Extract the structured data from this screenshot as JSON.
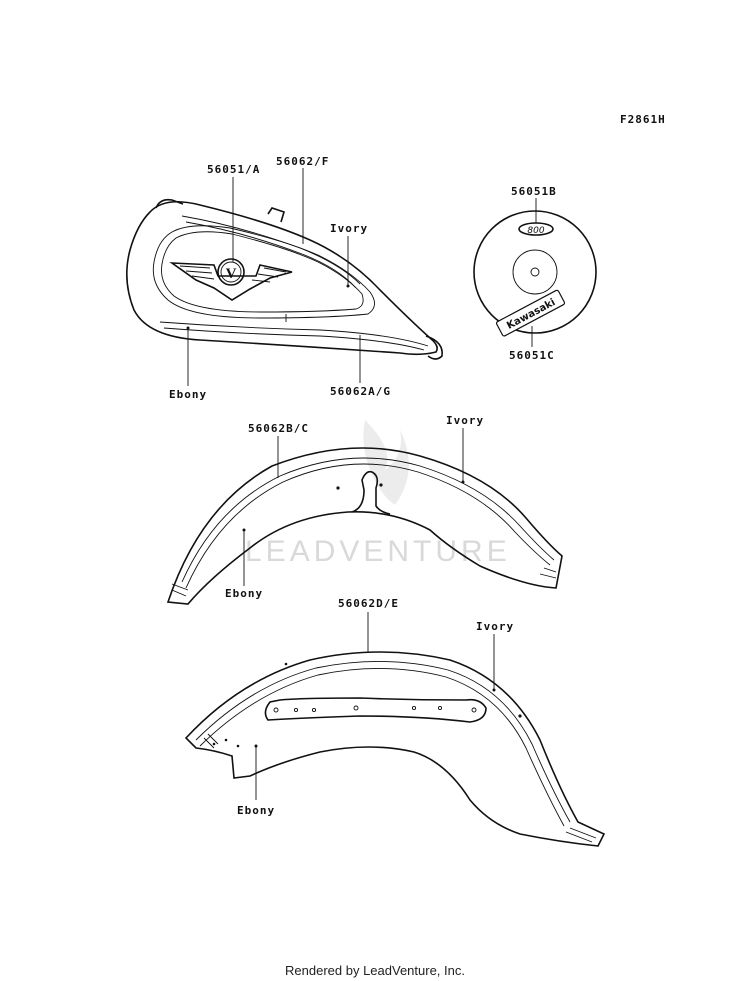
{
  "figure_code": "F2861H",
  "watermark": "LEADVENTURE",
  "footer": "Rendered by LeadVenture, Inc.",
  "emblem_letter": "V",
  "badge_top_text": "800",
  "badge_bottom_text": "Kawasaki",
  "labels": {
    "tank_emblem": "56051/A",
    "tank_stripe_upper": "56062/F",
    "tank_ivory": "Ivory",
    "tank_ebony": "Ebony",
    "tank_stripe_lower": "56062A/G",
    "badge_upper": "56051B",
    "badge_lower": "56051C",
    "front_fender_stripe": "56062B/C",
    "front_fender_ivory": "Ivory",
    "front_fender_ebony": "Ebony",
    "rear_fender_stripe": "56062D/E",
    "rear_fender_ivory": "Ivory",
    "rear_fender_ebony": "Ebony"
  }
}
